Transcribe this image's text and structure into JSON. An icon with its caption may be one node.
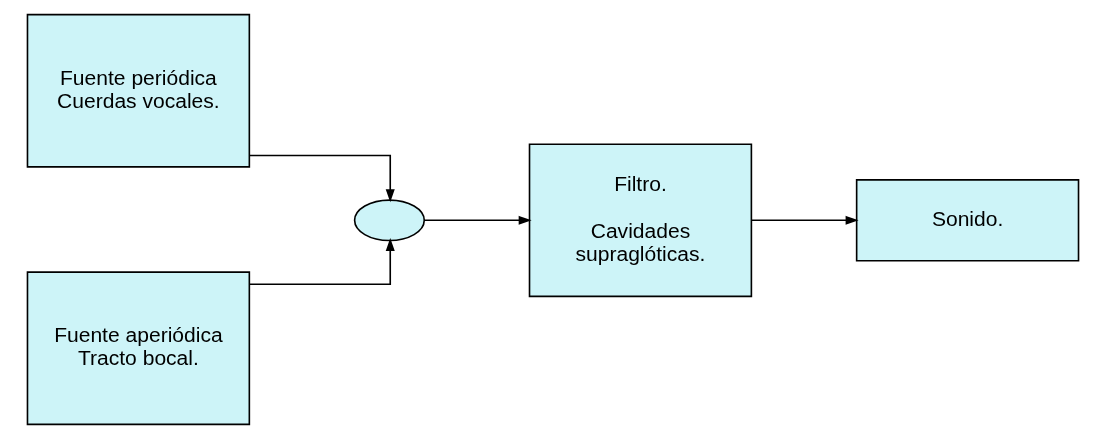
{
  "diagram": {
    "nodes": [
      {
        "text": [
          "Fuente periódica Cuerdas vocales."
        ]
      },
      {
        "text": [
          "Fuente aperiódica Tracto bocal."
        ]
      },
      {
        "text": [],
        "shape": "ellipse"
      },
      {
        "text": [
          "Filtro.",
          "Cavidades supraglóticas."
        ]
      },
      {
        "text": [
          "Sonido."
        ]
      }
    ],
    "edges": [
      {
        "from": 0,
        "to": 2,
        "arrow": "to"
      },
      {
        "from": 1,
        "to": 2,
        "arrow": "to"
      },
      {
        "from": 2,
        "to": 3,
        "arrow": "to"
      },
      {
        "from": 3,
        "to": 4,
        "arrow": "to"
      }
    ]
  }
}
